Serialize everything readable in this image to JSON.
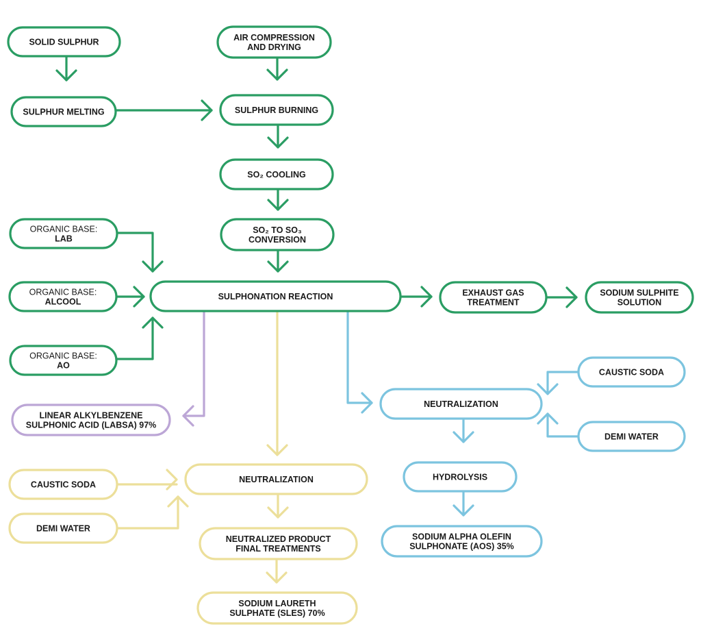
{
  "colors": {
    "green": "#2a9d63",
    "yellow": "#ecdf9a",
    "blue": "#7cc4df",
    "purple": "#bca6d6",
    "text": "#1a1a1a"
  },
  "nodes": {
    "solid_sulphur": [
      "SOLID SULPHUR"
    ],
    "air_compression": [
      "AIR COMPRESSION",
      "AND DRYING"
    ],
    "sulphur_melting": [
      "SULPHUR MELTING"
    ],
    "sulphur_burning": [
      "SULPHUR BURNING"
    ],
    "so2_cooling": [
      "SO₂ COOLING"
    ],
    "so2_so3": [
      "SO₂ TO SO₃",
      "CONVERSION"
    ],
    "base_lab": {
      "prefix": "ORGANIC BASE:",
      "name": "LAB"
    },
    "base_alcool": {
      "prefix": "ORGANIC BASE:",
      "name": "ALCOOL"
    },
    "base_ao": {
      "prefix": "ORGANIC BASE:",
      "name": "AO"
    },
    "sulphonation": [
      "SULPHONATION REACTION"
    ],
    "exhaust_gas": [
      "EXHAUST GAS",
      "TREATMENT"
    ],
    "sodium_sulphite": [
      "SODIUM SULPHITE",
      "SOLUTION"
    ],
    "labsa": [
      "LINEAR ALKYLBENZENE",
      "SULPHONIC ACID (LABSA) 97%"
    ],
    "neutralization_blue": [
      "NEUTRALIZATION"
    ],
    "caustic_soda_blue": [
      "CAUSTIC SODA"
    ],
    "demi_water_blue": [
      "DEMI WATER"
    ],
    "hydrolysis": [
      "HYDROLYSIS"
    ],
    "aos": [
      "SODIUM ALPHA OLEFIN",
      "SULPHONATE (AOS) 35%"
    ],
    "neutralization_yellow": [
      "NEUTRALIZATION"
    ],
    "caustic_soda_yellow": [
      "CAUSTIC SODA"
    ],
    "demi_water_yellow": [
      "DEMI WATER"
    ],
    "final_treatments": [
      "NEUTRALIZED PRODUCT",
      "FINAL TREATMENTS"
    ],
    "sles": [
      "SODIUM LAURETH",
      "SULPHATE (SLES) 70%"
    ]
  }
}
